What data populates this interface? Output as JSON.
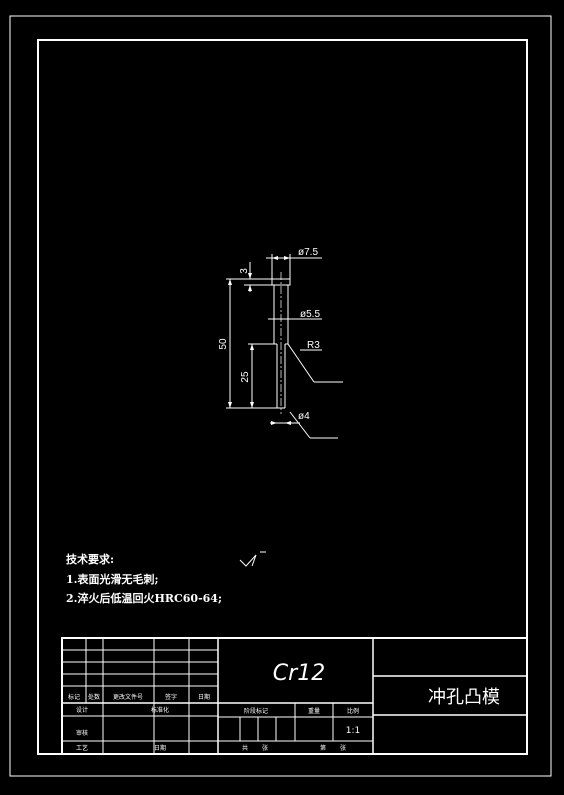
{
  "part": {
    "dims": {
      "head_diameter": "ø7.5",
      "head_height": "3",
      "mid_diameter": "ø5.5",
      "fillet_radius": "R3",
      "overall_length": "50",
      "tip_length": "25",
      "tip_diameter": "ø4"
    }
  },
  "surface_mark": "√",
  "tech_requirements": {
    "title": "技术要求:",
    "items": [
      "1.表面光滑无毛刺;",
      "2.淬火后低温回火HRC60-64;"
    ]
  },
  "title_block": {
    "material": "Cr12",
    "drawing_name": "冲孔凸模",
    "sign_row": [
      "标记",
      "处数",
      "更改文件号",
      "签字",
      "日期"
    ],
    "left_labels": [
      "设计",
      "标准化",
      "审核",
      "工艺",
      "日期"
    ],
    "mid_headers": [
      "阶段标记",
      "重量",
      "比例"
    ],
    "scale": "1:1",
    "sheet_labels": [
      "共",
      "张",
      "第",
      "张"
    ]
  }
}
